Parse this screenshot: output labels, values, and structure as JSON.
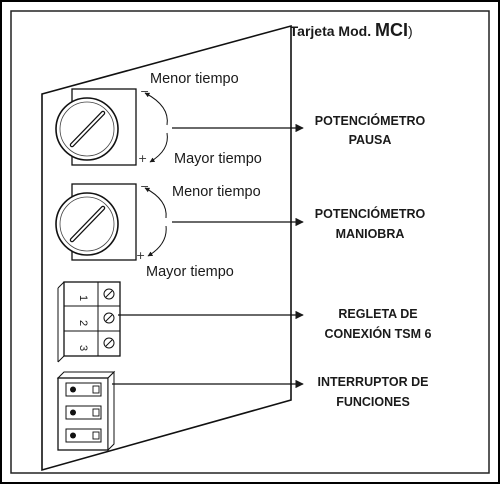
{
  "title": {
    "open_paren": "(",
    "prefix": "Tarjeta Mod. ",
    "model": "MCI",
    "close_paren": ")"
  },
  "potentiometers": [
    {
      "min_label": "Menor tiempo",
      "max_label": "Mayor tiempo",
      "minus_sign": "−",
      "plus_sign": "+",
      "callout_line1": "POTENCIÓMETRO",
      "callout_line2": "PAUSA"
    },
    {
      "min_label": "Menor tiempo",
      "max_label": "Mayor tiempo",
      "minus_sign": "−",
      "plus_sign": "+",
      "callout_line1": "POTENCIÓMETRO",
      "callout_line2": "MANIOBRA"
    }
  ],
  "terminal_block": {
    "terminals": [
      "1",
      "2",
      "3"
    ],
    "callout_line1": "REGLETA DE",
    "callout_line2": "CONEXIÓN TSM 6"
  },
  "dip_switch": {
    "positions": 3,
    "callout_line1": "INTERRUPTOR DE",
    "callout_line2": "FUNCIONES"
  },
  "colors": {
    "line": "#1a1a1a",
    "background": "#ffffff",
    "inner_border": "#222222",
    "outer_border": "#000000"
  }
}
